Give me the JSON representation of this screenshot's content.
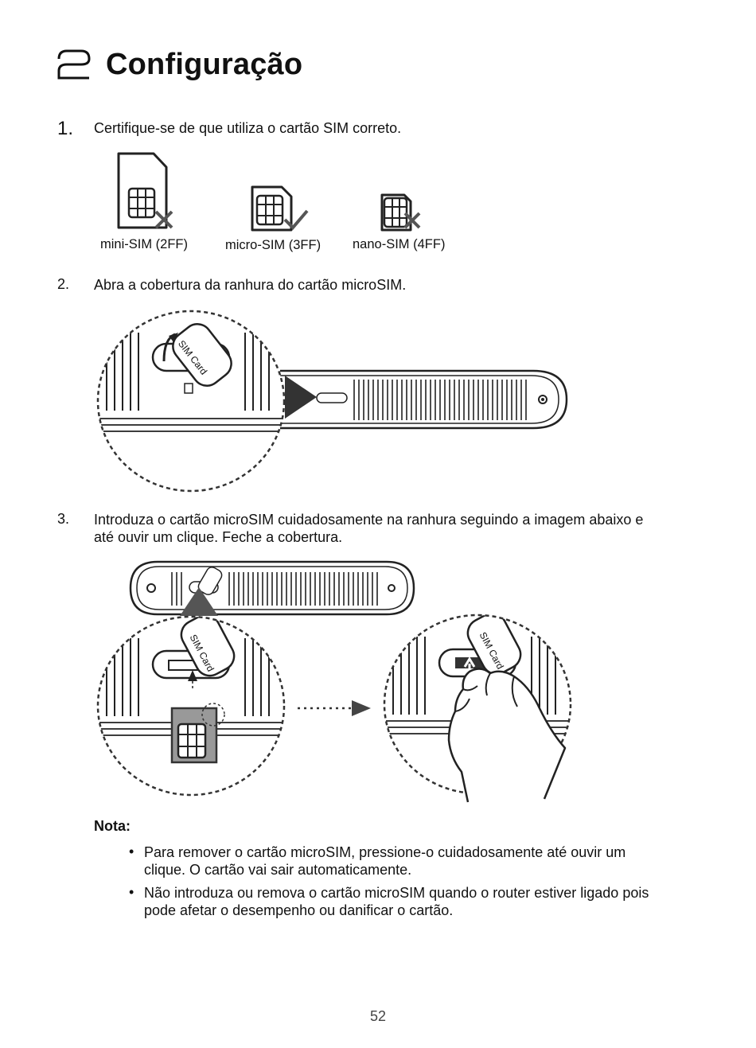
{
  "header": {
    "chapter_number": "2",
    "title": "Configuração"
  },
  "steps": [
    {
      "num": "1.",
      "text": "Certifique-se de que utiliza o cartão SIM correto."
    },
    {
      "num": "2.",
      "text": "Abra a cobertura da ranhura do cartão microSIM."
    },
    {
      "num": "3.",
      "text_line1": "Introduza o cartão microSIM cuidadosamente na ranhura seguindo a imagem abaixo e",
      "text_line2": "até ouvir um clique. Feche a cobertura."
    }
  ],
  "sim_cards": [
    {
      "label": "mini-SIM (2FF)",
      "status": "incorrect"
    },
    {
      "label": "micro-SIM (3FF)",
      "status": "correct"
    },
    {
      "label": "nano-SIM (4FF)",
      "status": "incorrect"
    }
  ],
  "illustration_labels": {
    "sim_card_tag": "SIM Card"
  },
  "note": {
    "title": "Nota:",
    "items": [
      {
        "line1": "Para remover o cartão microSIM, pressione-o cuidadosamente até ouvir um",
        "line2": "clique. O cartão vai sair automaticamente."
      },
      {
        "line1": "Não introduza ou remova o cartão microSIM quando o router estiver ligado pois",
        "line2": "pode afetar o desempenho ou danificar o cartão."
      }
    ]
  },
  "page_number": "52"
}
